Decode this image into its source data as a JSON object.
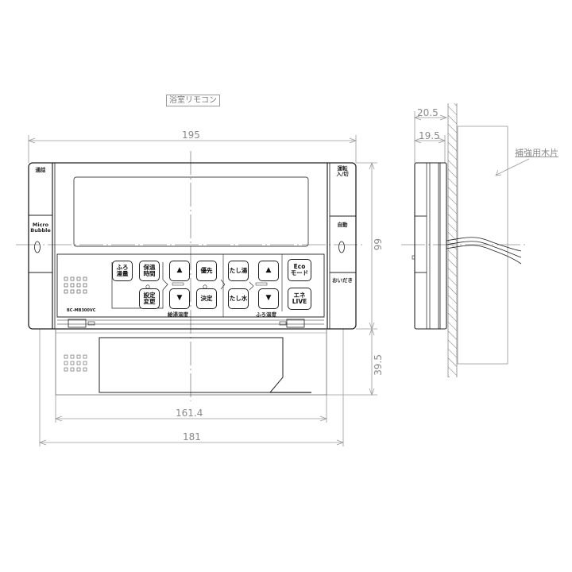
{
  "drawing": {
    "title": "浴室リモコン",
    "note_label": "補強用木片"
  },
  "dimensions": {
    "width_total": "195",
    "height_main": "99",
    "height_lower": "39.5",
    "width_inner": "161.4",
    "width_lower": "181",
    "depth_total": "20.5",
    "depth_body": "19.5"
  },
  "left_panel": {
    "top_label": "通話",
    "middle_label_line1": "Micro",
    "middle_label_line2": "Bubble"
  },
  "right_panel": {
    "top_label_line1": "運転",
    "top_label_line2": "入/切",
    "middle_label": "自動",
    "bottom_label": "おいだき"
  },
  "control_panel": {
    "model_number": "BC-MB300VC",
    "buttons": {
      "furo_ryou_1": "ふろ",
      "furo_ryou_2": "湯量",
      "hoon_jikan_1": "保温",
      "hoon_jikan_2": "時間",
      "settei_henkou_1": "設定",
      "settei_henkou_2": "変更",
      "kyuto_up": "▲",
      "kyuto_down": "▼",
      "yusen": "優先",
      "kettei": "決定",
      "tashiyu": "たし湯",
      "tashimizu": "たし水",
      "furo_up": "▲",
      "furo_down": "▼",
      "eco_1": "Eco",
      "eco_2": "モード",
      "ene_1": "エネ",
      "ene_2": "LIVE"
    },
    "group_labels": {
      "kyuto_ondo": "給湯温度",
      "furo_ondo": "ふろ温度"
    }
  },
  "colors": {
    "line": "#222222",
    "dim_line": "#9a9a9a",
    "dim_text": "#8a8a8a",
    "background": "#ffffff"
  }
}
